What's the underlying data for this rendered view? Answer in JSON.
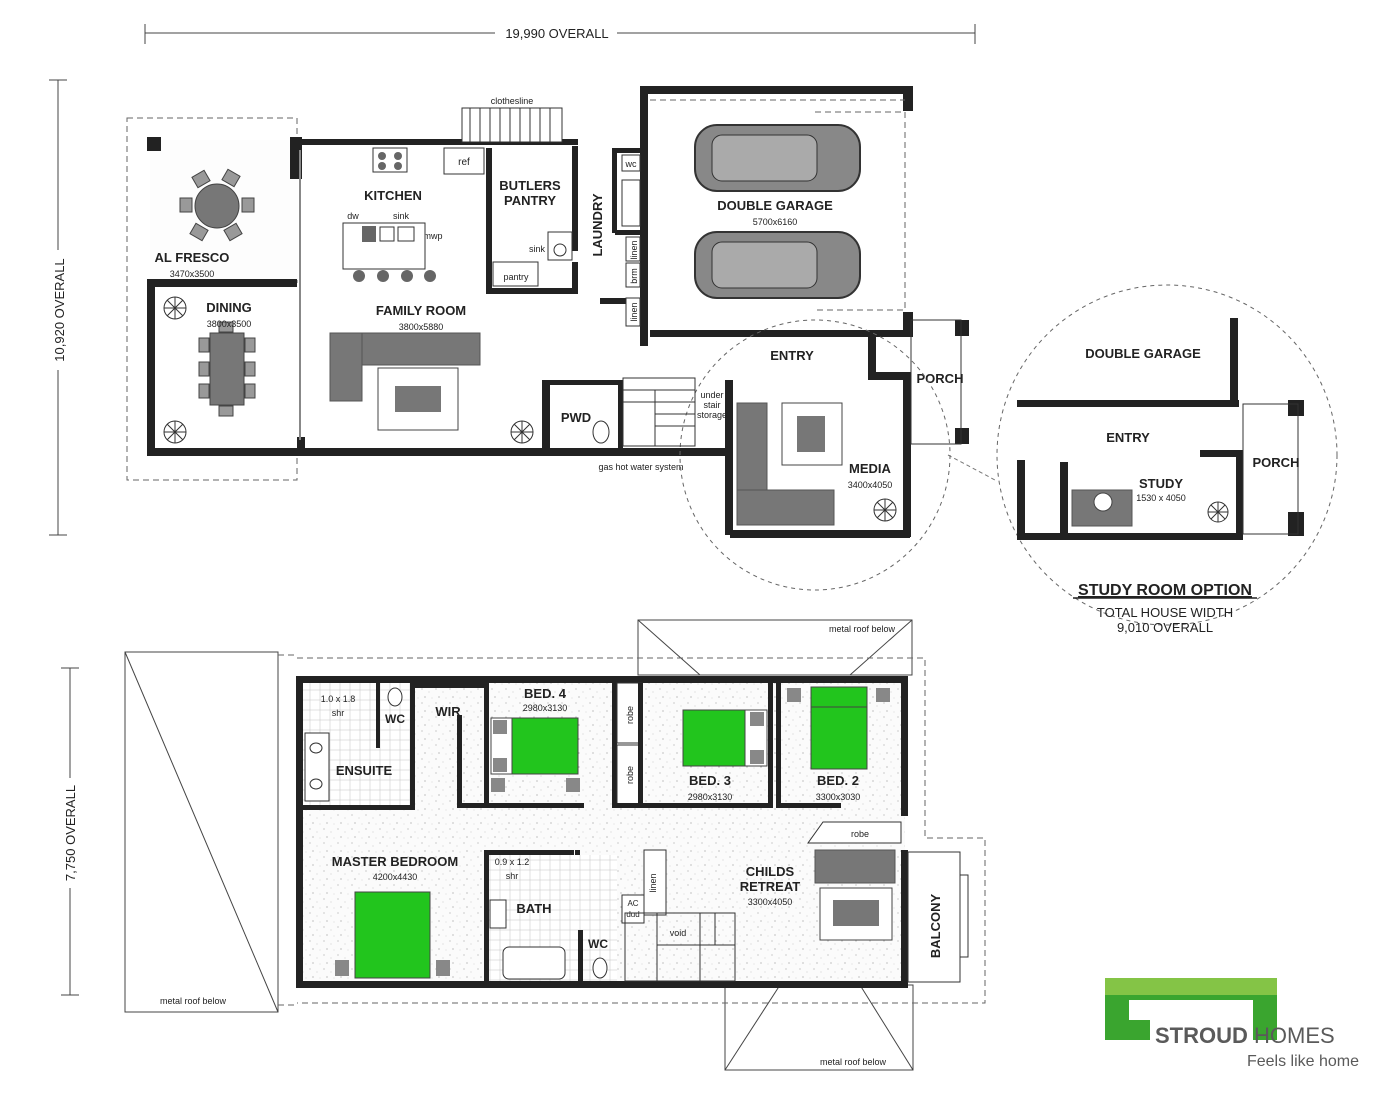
{
  "dimensions": {
    "overall_width": "19,990 OVERALL",
    "ground_depth": "10,920 OVERALL",
    "upper_depth": "7,750 OVERALL"
  },
  "ground_floor": {
    "al_fresco": {
      "name": "AL FRESCO",
      "size": "3470x3500"
    },
    "dining": {
      "name": "DINING",
      "size": "3800x3500"
    },
    "kitchen": {
      "name": "KITCHEN",
      "dw": "dw",
      "sink": "sink",
      "mwp": "mwp"
    },
    "family_room": {
      "name": "FAMILY ROOM",
      "size": "3800x5880"
    },
    "butlers_pantry": {
      "line1": "BUTLERS",
      "line2": "PANTRY",
      "sink": "sink",
      "pantry": "pantry"
    },
    "laundry": {
      "name": "LAUNDRY"
    },
    "double_garage": {
      "name": "DOUBLE GARAGE",
      "size": "5700x6160"
    },
    "entry": {
      "name": "ENTRY"
    },
    "porch": {
      "name": "PORCH"
    },
    "media": {
      "name": "MEDIA",
      "size": "3400x4050"
    },
    "pwd": {
      "name": "PWD"
    },
    "labels": {
      "clothesline": "clothesline",
      "ref": "ref",
      "wc": "wc",
      "linen": "linen",
      "brm": "brm",
      "under": "under",
      "stair": "stair",
      "storage": "storage",
      "gas_hot_water": "gas hot water system"
    }
  },
  "study_option": {
    "double_garage": "DOUBLE GARAGE",
    "entry": "ENTRY",
    "porch": "PORCH",
    "study": "STUDY",
    "study_size": "1530 x 4050",
    "title": "STUDY ROOM OPTION",
    "subtitle1": "TOTAL HOUSE WIDTH",
    "subtitle2": "9,010 OVERALL"
  },
  "upper_floor": {
    "ensuite": {
      "name": "ENSUITE",
      "shower": "1.0 x 1.8",
      "shr": "shr",
      "wc": "WC"
    },
    "wir": "WIR",
    "bed4": {
      "name": "BED. 4",
      "size": "2980x3130"
    },
    "bed3": {
      "name": "BED. 3",
      "size": "2980x3130"
    },
    "bed2": {
      "name": "BED. 2",
      "size": "3300x3030"
    },
    "robe": "robe",
    "master": {
      "name": "MASTER BEDROOM",
      "size": "4200x4430"
    },
    "bath": {
      "name": "BATH",
      "shower": "0.9 x 1.2",
      "shr": "shr",
      "wc": "WC",
      "linen": "linen",
      "ac": "AC",
      "dud": "dud",
      "void": "void"
    },
    "childs_retreat": {
      "line1": "CHILDS",
      "line2": "RETREAT",
      "size": "3300x4050"
    },
    "balcony": "BALCONY",
    "metal_roof": "metal roof below"
  },
  "brand": {
    "name_bold": "STROUD",
    "name_light": "HOMES",
    "tagline": "Feels like home",
    "colors": {
      "green_dark": "#3aa52f",
      "green_light": "#b5d957",
      "text": "#5a5a5a"
    }
  },
  "colors": {
    "bed": "#22c51d",
    "furniture": "#777777",
    "wall": "#222222"
  }
}
